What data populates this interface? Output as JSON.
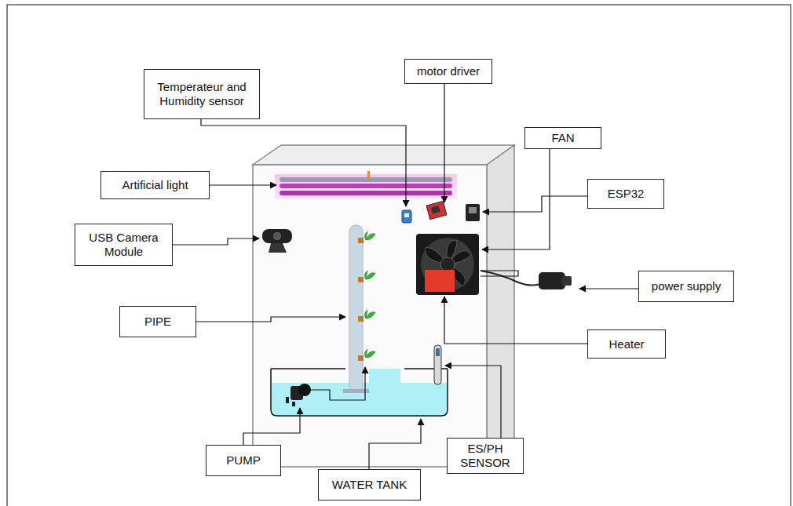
{
  "diagram": {
    "nodes": [
      {
        "text": [
          "motor driver"
        ]
      },
      {
        "text": [
          "Temperateur and Humidity sensor"
        ]
      },
      {
        "text": [
          "FAN"
        ]
      },
      {
        "text": [
          "Artificial light"
        ]
      },
      {
        "text": [
          "ESP32"
        ]
      },
      {
        "text": [
          "USB Camera Module"
        ]
      },
      {
        "text": [
          "power supply"
        ]
      },
      {
        "text": [
          "PIPE"
        ]
      },
      {
        "text": [
          "Heater"
        ]
      },
      {
        "text": [
          "ES/PH SENSOR"
        ]
      },
      {
        "text": [
          "PUMP"
        ]
      },
      {
        "text": [
          "WATER TANK"
        ]
      }
    ]
  }
}
